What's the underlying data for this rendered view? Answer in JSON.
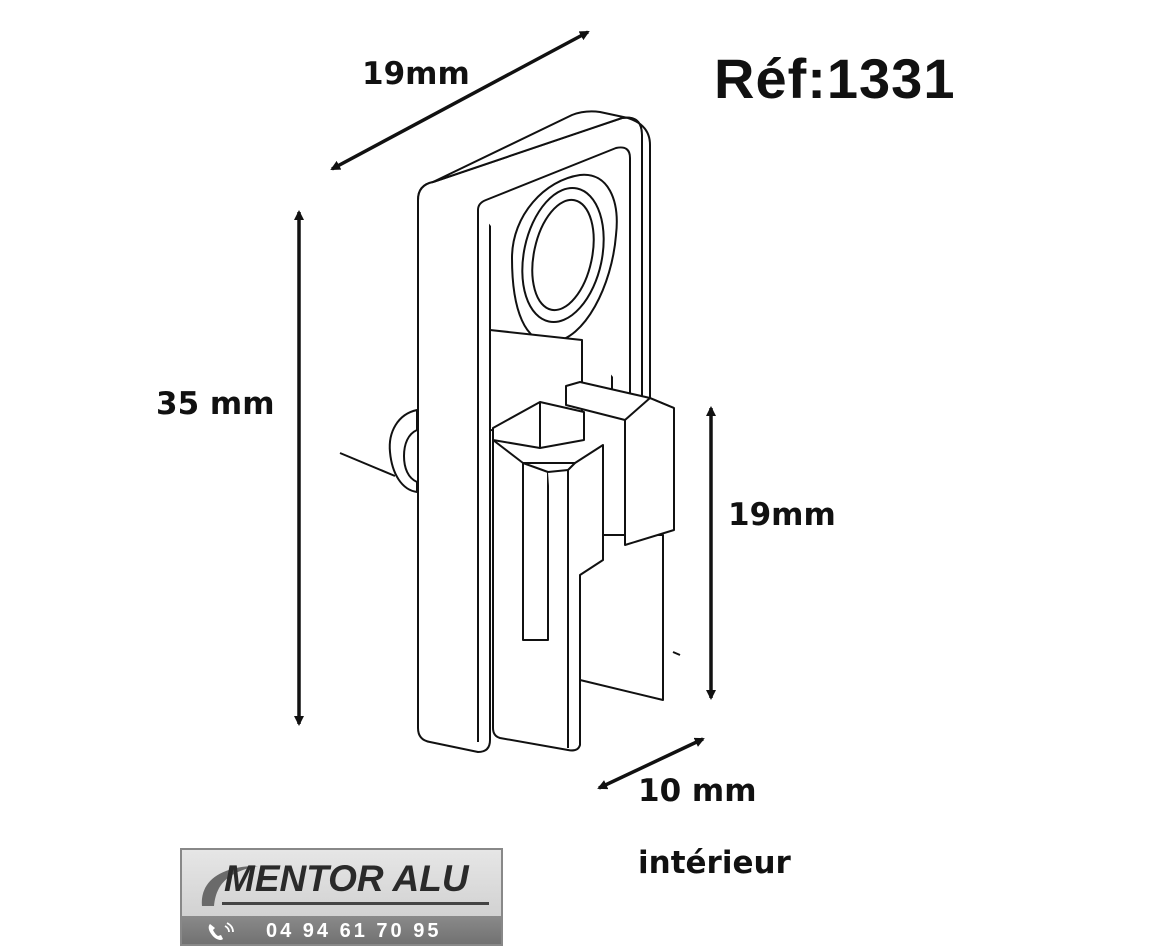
{
  "reference": "Réf:1331",
  "dimensions": {
    "width_top": "19mm",
    "height_total": "35 mm",
    "height_inner": "19mm",
    "depth": "10 mm",
    "depth_note": "intérieur"
  },
  "logo": {
    "brand": "MENTOR ALU",
    "phone": "04 94 61 70 95"
  }
}
